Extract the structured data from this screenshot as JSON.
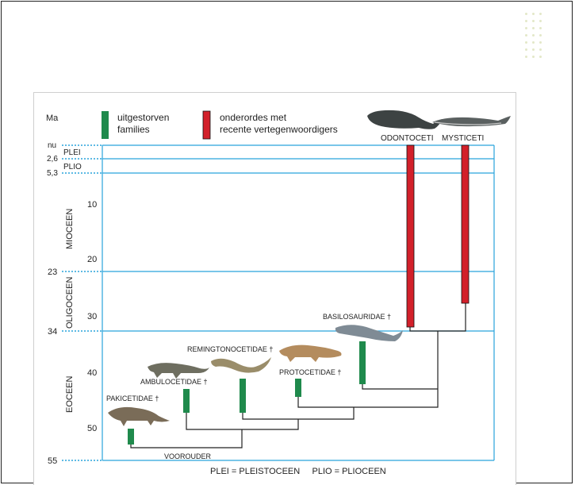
{
  "legend": {
    "extinct_label_1": "uitgestorven",
    "extinct_label_2": "families",
    "extant_label_1": "onderordes met",
    "extant_label_2": "recente vertegenwoordigers",
    "extinct_color": "#1f8a4c",
    "extant_color": "#d2202a"
  },
  "axis": {
    "unit": "Ma",
    "ticks": [
      "nu",
      "2,6",
      "5,3",
      "10",
      "20",
      "23",
      "30",
      "34",
      "40",
      "50",
      "55"
    ],
    "tick_values": [
      0,
      2.6,
      5.3,
      10,
      20,
      23,
      30,
      34,
      40,
      50,
      55
    ]
  },
  "epochs": {
    "plei": "PLEI",
    "plio": "PLIO",
    "mioceen": "MIOCEEN",
    "oligoceen": "OLIGOCEEN",
    "eoceen": "EOCEEN"
  },
  "taxa": {
    "odontoceti": "ODONTOCETI",
    "mysticeti": "MYSTICETI",
    "basilosauridae": "BASILOSAURIDAE †",
    "remingtonocetidae": "REMINGTONOCETIDAE †",
    "protocetidae": "PROTOCETIDAE †",
    "ambulocetidae": "AMBULOCETIDAE †",
    "pakicetidae": "PAKICETIDAE †",
    "ancestor": "VOOROUDER"
  },
  "footnote": "PLEI = PLEISTOCEEN     PLIO = PLIOCEEN",
  "colors": {
    "boundary": "#29a3dc",
    "tree": "#222222"
  }
}
